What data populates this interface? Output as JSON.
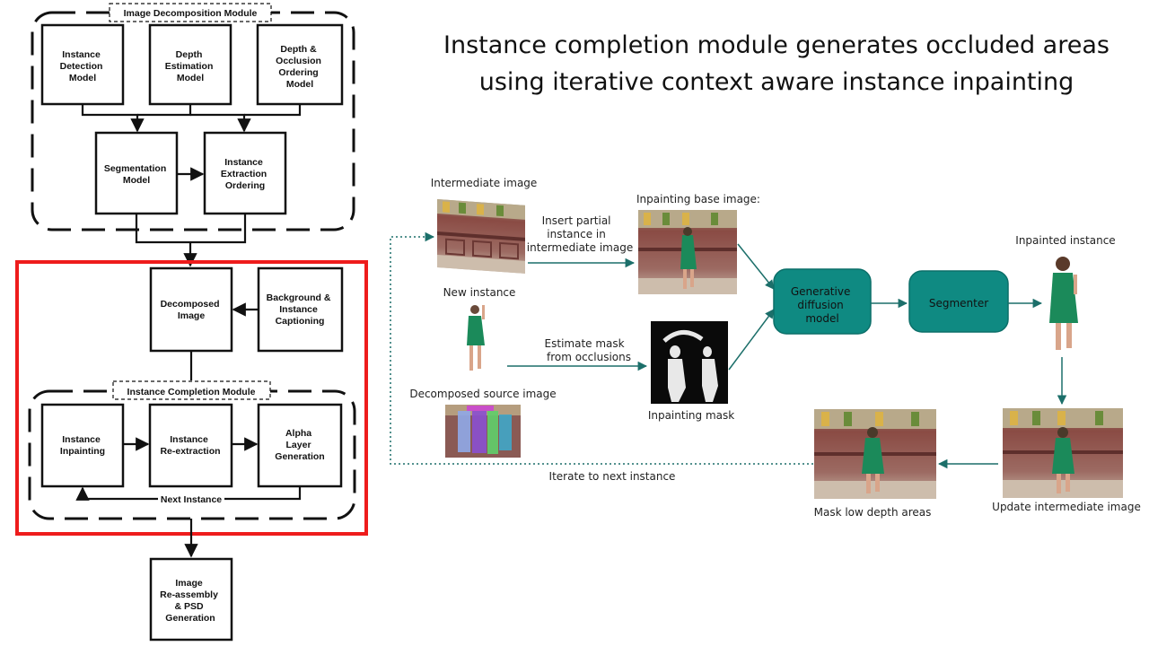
{
  "left_flow": {
    "image_decomposition_module": "Image Decomposition Module",
    "instance_detection_model": [
      "Instance",
      "Detection",
      "Model"
    ],
    "depth_estimation_model": [
      "Depth",
      "Estimation",
      "Model"
    ],
    "depth_occlusion_ordering_model": [
      "Depth &",
      "Occlusion",
      "Ordering",
      "Model"
    ],
    "segmentation_model": [
      "Segmentation",
      "Model"
    ],
    "instance_extraction_ordering": [
      "Instance",
      "Extraction",
      "Ordering"
    ],
    "decomposed_image": [
      "Decomposed",
      "Image"
    ],
    "background_instance_captioning": [
      "Background &",
      "Instance",
      "Captioning"
    ],
    "instance_completion_module": "Instance Completion Module",
    "instance_inpainting": [
      "Instance",
      "Inpainting"
    ],
    "instance_reextraction": [
      "Instance",
      "Re-extraction"
    ],
    "alpha_layer_generation": [
      "Alpha",
      "Layer",
      "Generation"
    ],
    "next_instance": "Next Instance",
    "image_reassembly": [
      "Image",
      "Re-assembly",
      "& PSD",
      "Generation"
    ]
  },
  "headline": {
    "line1": "Instance completion module generates occluded areas",
    "line2": "using iterative context aware instance inpainting"
  },
  "pipeline": {
    "intermediate_image": "Intermediate image",
    "new_instance": "New instance",
    "decomposed_source_image": "Decomposed source image",
    "insert_partial": [
      "Insert partial",
      "instance in",
      "intermediate  image"
    ],
    "estimate_mask": [
      "Estimate mask",
      "from occlusions"
    ],
    "inpainting_base_image": "Inpainting base image:",
    "inpainting_mask": "Inpainting mask",
    "generative_diffusion_model": [
      "Generative",
      "diffusion",
      "model"
    ],
    "segmenter": "Segmenter",
    "inpainted_instance": "Inpainted instance",
    "update_intermediate_image": "Update intermediate image",
    "mask_low_depth_areas": "Mask low depth areas",
    "iterate_to_next_instance": "Iterate to next instance"
  },
  "colors": {
    "teal": "#0f8a82",
    "teal_dark": "#0c6f69",
    "highlight_red": "#ee1c1c",
    "line_teal": "#1c6f6a"
  }
}
